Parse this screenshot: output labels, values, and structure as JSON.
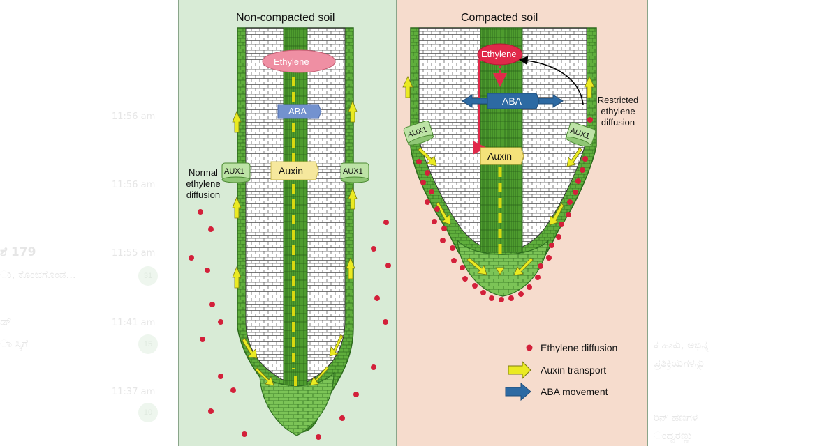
{
  "background": {
    "time_1": "11:56 am",
    "time_2": "11:56 am",
    "title_fragment": "ಶೆ 179",
    "time_3": "11:55 am",
    "preview_1": "ು, ಕೊಂಚಗೊಂಡ...",
    "badge_1": "31",
    "fragment_2": "ಡ್",
    "time_4": "11:41 am",
    "preview_2": "ಾ ಸ್ಕಿಗೆ",
    "badge_2": "15",
    "time_5": "11:37 am",
    "badge_3": "10",
    "right_text_1": "ಕ ಹಾಕು, ಅಭಿನ್ನ",
    "right_text_2": "ಪ್ರತಿಕ್ರಿಯೆಗಳನ್ನು",
    "right_text_3": "ರಿನ್ ಹಣಗಳ",
    "right_text_4": "ಂದ್ವರಣ್ಣು"
  },
  "left_panel": {
    "title": "Non-compacted soil",
    "ethylene": "Ethylene",
    "aba": "ABA",
    "auxin": "Auxin",
    "aux1_left": "AUX1",
    "aux1_right": "AUX1",
    "side_label": [
      "Normal",
      "ethylene",
      "diffusion"
    ]
  },
  "right_panel": {
    "title": "Compacted soil",
    "ethylene": "Ethylene",
    "aba": "ABA",
    "auxin": "Auxin",
    "aux1_left": "AUX1",
    "aux1_right": "AUX1",
    "side_label": [
      "Restricted",
      "ethylene",
      "diffusion"
    ]
  },
  "legend": {
    "ethylene": "Ethylene diffusion",
    "auxin": "Auxin transport",
    "aba": "ABA movement"
  },
  "colors": {
    "left_bg": "#d8ebd6",
    "right_bg": "#f6dccd",
    "root_green": "#5aa83a",
    "stele_green": "#3f8f2a",
    "ethylene_pink": "#ef8a9c",
    "ethylene_red": "#e0294a",
    "aba_blue": "#6f8fd1",
    "auxin_yellow": "#f3e49a",
    "arrow_yellow": "#e8e81a",
    "dot_red": "#d3203a",
    "aba_arrow": "#2d6aa3"
  }
}
